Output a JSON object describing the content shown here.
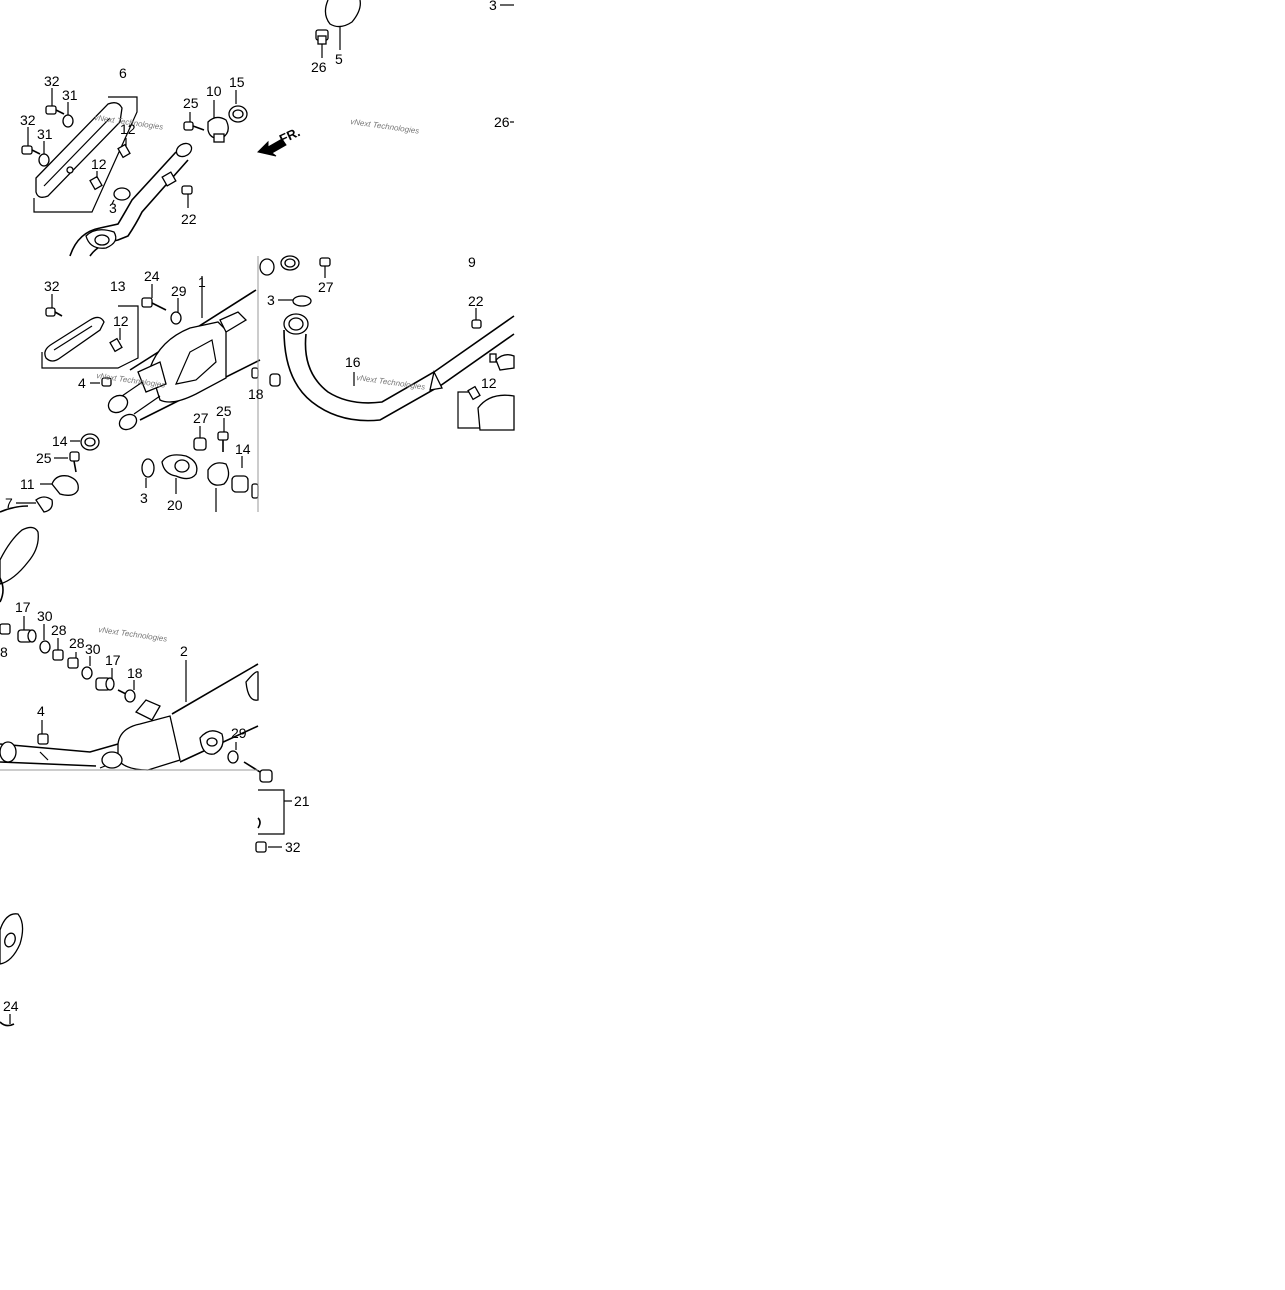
{
  "callouts": [
    "3",
    "26",
    "5",
    "32",
    "6",
    "31",
    "32",
    "31",
    "12",
    "12",
    "25",
    "10",
    "15",
    "22",
    "3",
    "26",
    "9",
    "24",
    "32",
    "13",
    "29",
    "1",
    "12",
    "27",
    "3",
    "22",
    "16",
    "4",
    "12",
    "18",
    "14",
    "27",
    "25",
    "14",
    "25",
    "11",
    "3",
    "20",
    "7",
    "17",
    "30",
    "28",
    "8",
    "28",
    "30",
    "17",
    "18",
    "2",
    "4",
    "29",
    "21",
    "32",
    "24"
  ],
  "watermark": "vNext Technologies",
  "direction_label": "FR."
}
